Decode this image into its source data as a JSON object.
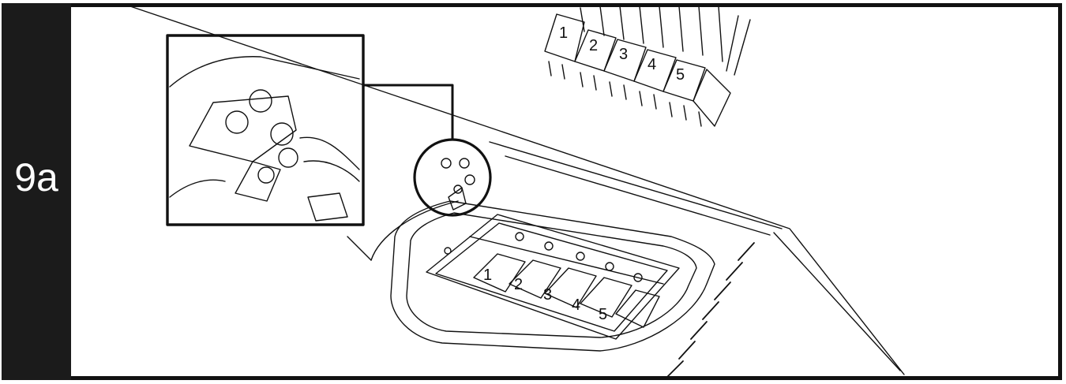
{
  "step": {
    "label": "9a"
  },
  "connectors": {
    "labels": [
      "1",
      "2",
      "3",
      "4",
      "5"
    ]
  },
  "slots": {
    "labels": [
      "1",
      "2",
      "3",
      "4",
      "5"
    ]
  },
  "colors": {
    "ink": "#111111",
    "bar": "#1b1b1b",
    "paper": "#ffffff"
  }
}
